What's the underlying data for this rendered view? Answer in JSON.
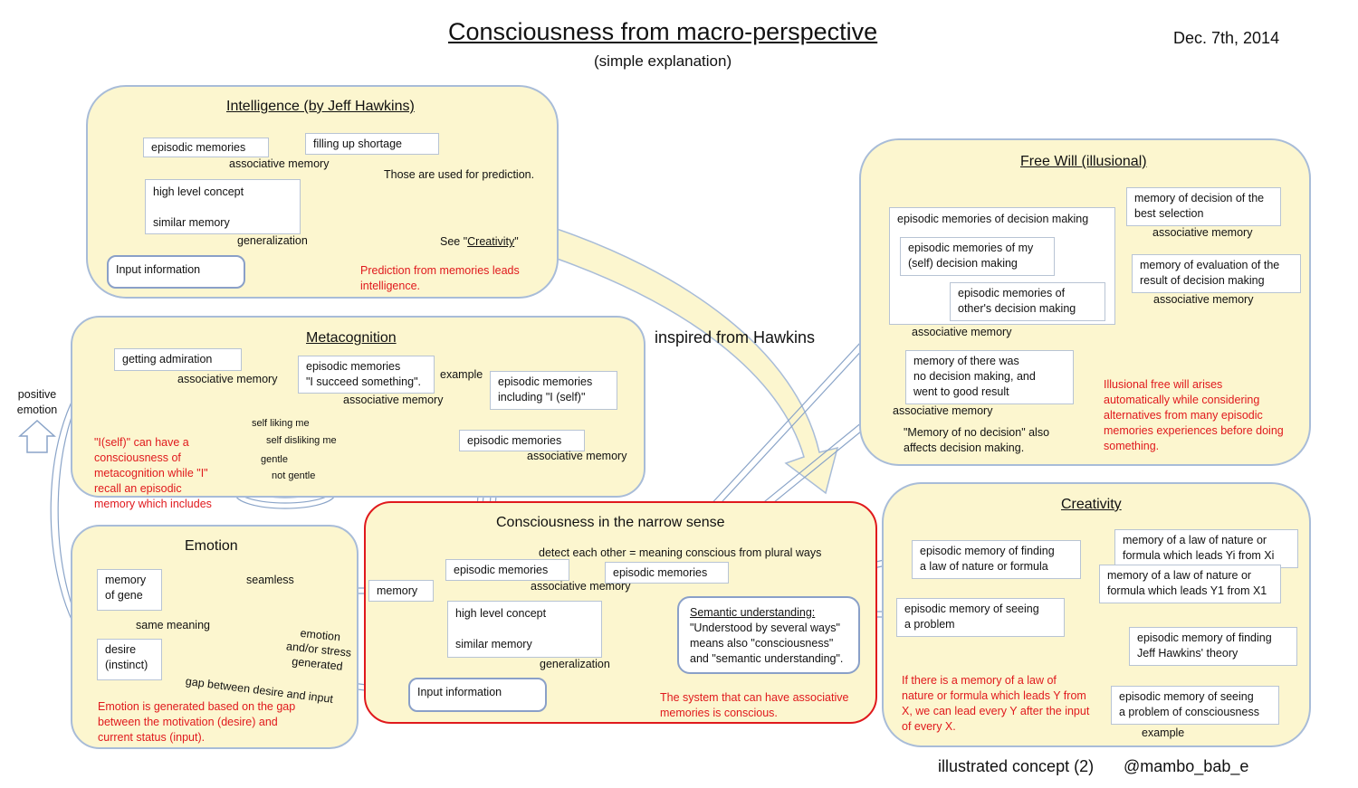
{
  "header": {
    "title": "Consciousness from macro-perspective",
    "subtitle": "(simple explanation)",
    "date": "Dec. 7th, 2014"
  },
  "footer": {
    "concept": "illustrated concept (2)",
    "author": "@mambo_bab_e"
  },
  "center_label": "inspired from Hawkins",
  "side_label": "positive\nemotion",
  "intelligence": {
    "title": "Intelligence (by Jeff Hawkins)",
    "episodic": "episodic memories",
    "filling": "filling up shortage",
    "assoc": "associative memory",
    "used": "Those are used for prediction.",
    "high_level": "high level concept",
    "similar": "similar memory",
    "generalization": "generalization",
    "input": "Input information",
    "see_prefix": "See \"",
    "see_link": "Creativity",
    "see_suffix": "\"",
    "note": "Prediction from  memories leads\nintelligence."
  },
  "metacognition": {
    "title": "Metacognition",
    "admiration": "getting admiration",
    "assoc1": "associative memory",
    "succeed": "episodic memories\n\"I succeed something\".",
    "assoc2": "associative memory",
    "example": "example",
    "including": "episodic memories\nincluding \"I (self)\"",
    "episodic": "episodic memories",
    "assoc3": "associative memory",
    "self_liking": "self liking  me",
    "self_disliking": "self disliking  me",
    "gentle": "gentle",
    "not_gentle": "not gentle",
    "note": "\"I(self)\" can have a\nconsciousness of\nmetacognition while \"I\"\nrecall an episodic\nmemory which includes"
  },
  "emotion": {
    "title": "Emotion",
    "gene": "memory\nof gene",
    "seamless": "seamless",
    "same_meaning": "same meaning",
    "desire": "desire\n(instinct)",
    "emotion_stress": "emotion\nand/or stress\ngenerated",
    "gap": "gap between desire and input",
    "note": "Emotion is generated based on the gap\nbetween the motivation (desire) and\ncurrent status (input)."
  },
  "narrow": {
    "title": "Consciousness in the narrow sense",
    "detect": "detect each other = meaning conscious from plural ways",
    "memory": "memory",
    "episodic1": "episodic memories",
    "episodic2": "episodic memories",
    "assoc": "associative memory",
    "high_level": "high level concept",
    "similar": "similar memory",
    "generalization": "generalization",
    "input": "Input information",
    "semantic_title": "Semantic understanding:",
    "semantic_body": "\"Understood by several ways\"\nmeans also \"consciousness\"\nand \"semantic understanding\".",
    "note": "The system that can have associative\nmemories is conscious."
  },
  "freewill": {
    "title": "Free Will (illusional)",
    "decision": "episodic memories of decision making",
    "my_self": "episodic memories of my\n(self) decision making",
    "others": "episodic memories of\nother's decision making",
    "assoc1": "associative memory",
    "best": "memory of decision of the\nbest selection",
    "assoc2": "associative memory",
    "evaluation": "memory of evaluation of  the\nresult of decision making",
    "assoc3": "associative memory",
    "no_decision": "memory of there was\nno decision making, and\nwent to good result",
    "assoc4": "associative memory",
    "also": "\"Memory of no decision\" also\naffects decision making.",
    "note": "Illusional free will arises\nautomatically while considering\nalternatives from many episodic\nmemories experiences before doing\nsomething."
  },
  "creativity": {
    "title": "Creativity",
    "finding": "episodic memory of finding\na law of nature or formula",
    "law_yi": "memory of  a law of nature or\nformula which leads Yi from Xi",
    "law_y1": "memory of  a law of nature or\nformula which leads Y1 from X1",
    "seeing": "episodic memory of seeing\na problem",
    "hawkins": "episodic memory of finding\nJeff Hawkins' theory",
    "consciousness": "episodic memory of seeing\na problem of consciousness",
    "example": "example",
    "note": "If there is a memory of a law of\nnature or formula which leads Y from\nX, we can lead every Y after the input\nof every X."
  },
  "colors": {
    "panel_fill": "#fcf6cf",
    "panel_border": "#a8bcd8",
    "note_red": "#e0191d"
  }
}
